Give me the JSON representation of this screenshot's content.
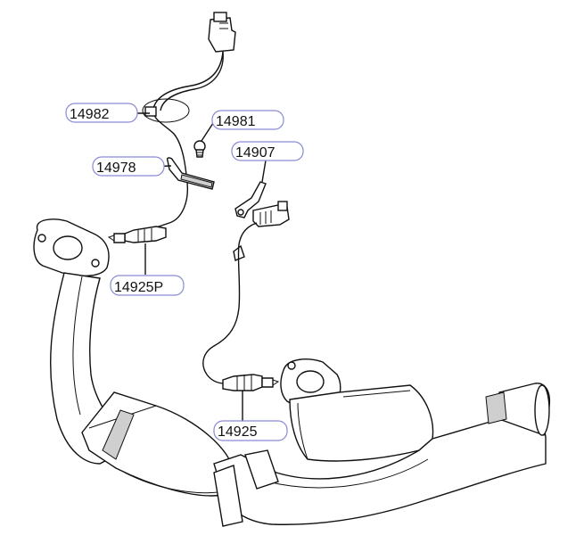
{
  "parts": [
    {
      "id": "p1",
      "number": "14982"
    },
    {
      "id": "p2",
      "number": "14981"
    },
    {
      "id": "p3",
      "number": "14978"
    },
    {
      "id": "p4",
      "number": "14907"
    },
    {
      "id": "p5",
      "number": "14925P"
    },
    {
      "id": "p6",
      "number": "14925"
    }
  ],
  "colors": {
    "callout_border": "#8a8ad6",
    "line": "#111111",
    "part_fill": "#ffffff",
    "shade": "#cfcfcf"
  }
}
